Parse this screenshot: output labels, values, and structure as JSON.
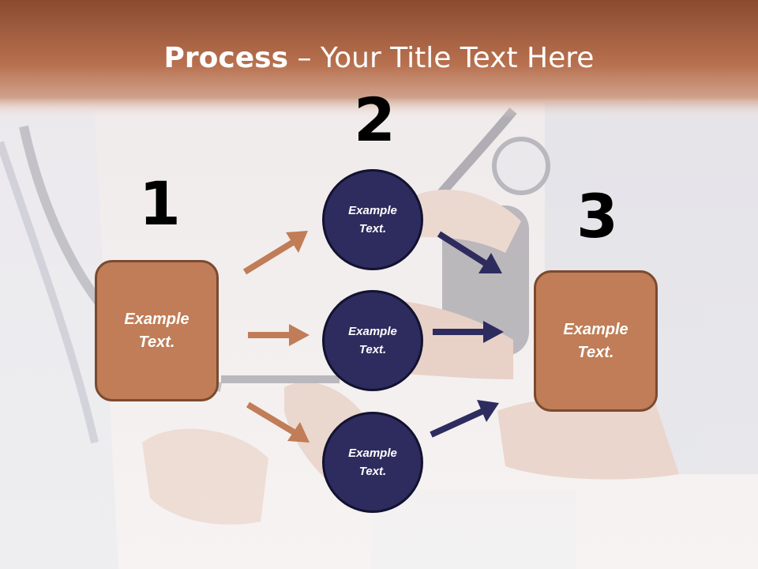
{
  "title": {
    "bold": "Process",
    "rest": " – Your Title Text Here"
  },
  "steps": [
    {
      "number": "1",
      "line1": "Example",
      "line2": "Text."
    },
    {
      "number": "2",
      "circles": [
        {
          "line1": "Example",
          "line2": "Text."
        },
        {
          "line1": "Example",
          "line2": "Text."
        },
        {
          "line1": "Example",
          "line2": "Text."
        }
      ]
    },
    {
      "number": "3",
      "line1": "Example",
      "line2": "Text."
    }
  ],
  "colors": {
    "header": "#a0563a",
    "box_fill": "#c07d57",
    "circle_fill": "#2e2b5e",
    "arrow_left": "#c07d57",
    "arrow_right": "#2e2b5e"
  }
}
